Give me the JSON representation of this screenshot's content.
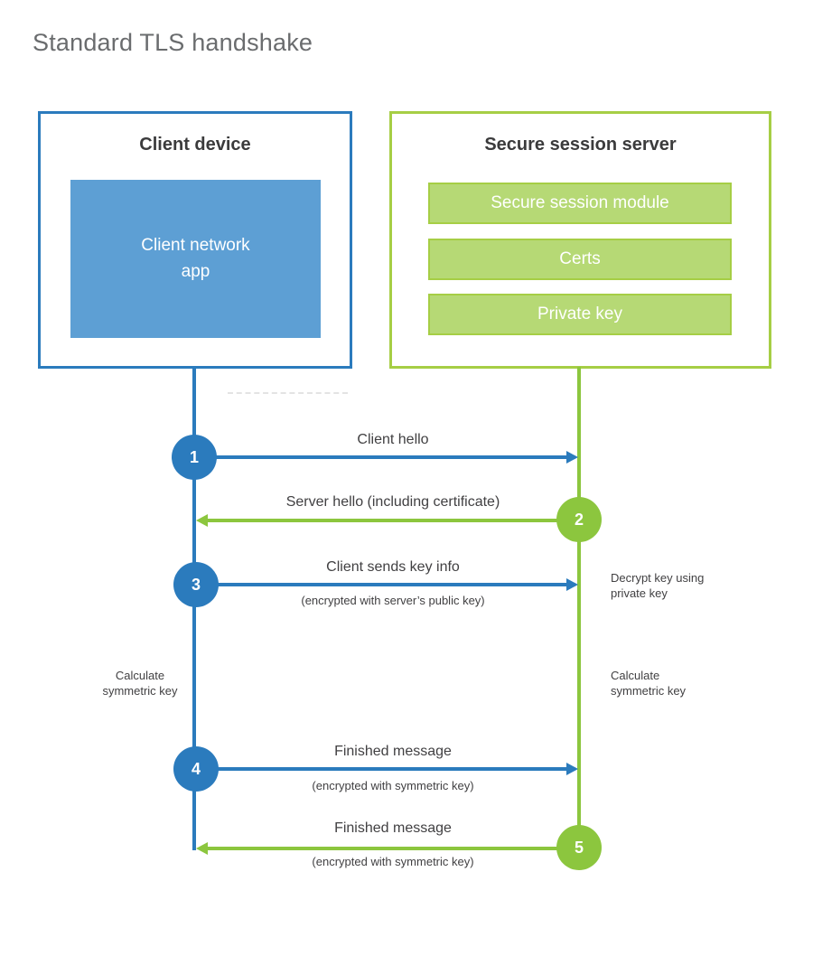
{
  "title": "Standard TLS handshake",
  "colors": {
    "blue": "#2b7bbd",
    "blue_fill": "#5d9fd4",
    "green": "#8cc63e",
    "green_border": "#a6ce45",
    "green_fill": "#b6d975",
    "text_dark": "#414042",
    "title_gray": "#6a6c6e"
  },
  "client_box": {
    "title": "Client device",
    "app_label": "Client network\napp"
  },
  "server_box": {
    "title": "Secure session server",
    "modules": [
      "Secure session module",
      "Certs",
      "Private key"
    ]
  },
  "steps": [
    {
      "num": "1",
      "label": "Client hello",
      "sub": "",
      "direction": "client-to-server"
    },
    {
      "num": "2",
      "label": "Server hello (including certificate)",
      "sub": "",
      "direction": "server-to-client"
    },
    {
      "num": "3",
      "label": "Client sends key info",
      "sub": "(encrypted with server’s public key)",
      "direction": "client-to-server"
    },
    {
      "num": "4",
      "label": "Finished message",
      "sub": "(encrypted with symmetric key)",
      "direction": "client-to-server"
    },
    {
      "num": "5",
      "label": "Finished message",
      "sub": "(encrypted with symmetric key)",
      "direction": "server-to-client"
    }
  ],
  "annotations": {
    "decrypt": "Decrypt key using\nprivate key",
    "calc_left": "Calculate\nsymmetric key",
    "calc_right": "Calculate\nsymmetric key"
  }
}
